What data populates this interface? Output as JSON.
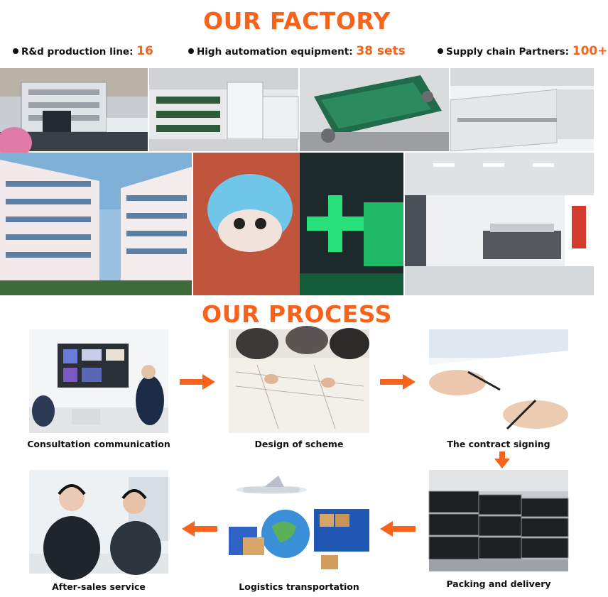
{
  "factory": {
    "title": "OUR FACTORY",
    "stats": [
      {
        "label": "R&d production line:",
        "value": "16"
      },
      {
        "label": "High automation equipment:",
        "value": "38 sets"
      },
      {
        "label": "Supply chain Partners:",
        "value": "100+"
      }
    ]
  },
  "process": {
    "title": "OUR PROCESS",
    "steps": [
      {
        "label": "Consultation communication",
        "icon": "meeting-photo"
      },
      {
        "label": "Design of scheme",
        "icon": "design-photo"
      },
      {
        "label": "The contract signing",
        "icon": "signing-photo"
      },
      {
        "label": "Packing and delivery",
        "icon": "flight-cases-photo"
      },
      {
        "label": "Logistics transportation",
        "icon": "logistics-photo"
      },
      {
        "label": "After-sales service",
        "icon": "support-photo"
      }
    ]
  },
  "colors": {
    "accent": "#f7631b",
    "text": "#111111"
  }
}
